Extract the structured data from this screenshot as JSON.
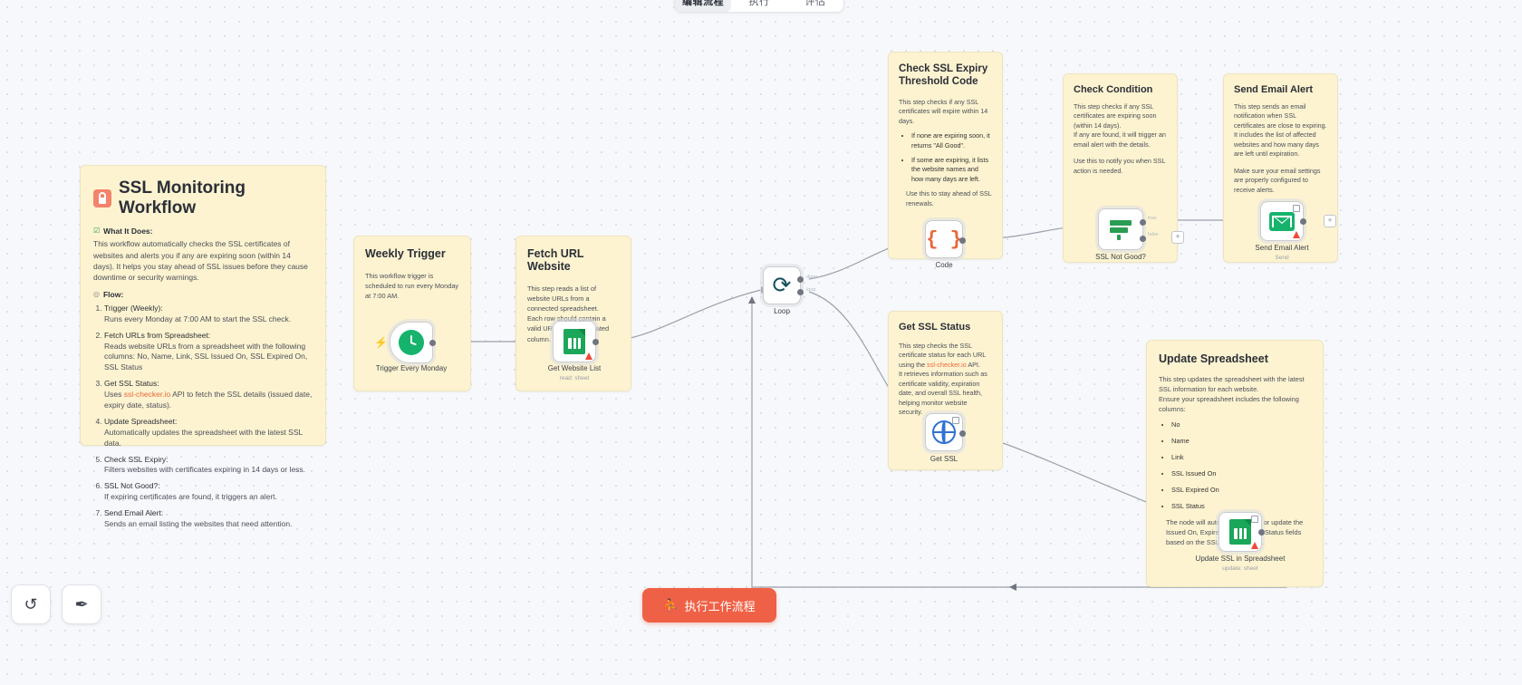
{
  "topbar": {
    "tabs": [
      {
        "label": "编辑流程",
        "active": true
      },
      {
        "label": "执行",
        "active": false
      },
      {
        "label": "评估",
        "active": false
      }
    ]
  },
  "notes": {
    "intro": {
      "title": "SSL Monitoring Workflow",
      "icon": "lock-icon",
      "what_it_does_label": "What It Does:",
      "what_it_does_body": "This workflow automatically checks the SSL certificates of websites and alerts you if any are expiring soon (within 14 days). It helps you stay ahead of SSL issues before they cause downtime or security warnings.",
      "flow_label": "Flow:",
      "steps": [
        {
          "title": "Trigger (Weekly):",
          "body": "Runs every Monday at 7:00 AM to start the SSL check."
        },
        {
          "title": "Fetch URLs from Spreadsheet:",
          "body": "Reads website URLs from a spreadsheet with the following columns: No, Name, Link, SSL Issued On, SSL Expired On, SSL Status"
        },
        {
          "title": "Get SSL Status:",
          "body_pre": "Uses ",
          "link": "ssl-checker.io",
          "body_post": " API to fetch the SSL details (issued date, expiry date, status)."
        },
        {
          "title": "Update Spreadsheet:",
          "body": "Automatically updates the spreadsheet with the latest SSL data."
        },
        {
          "title": "Check SSL Expiry:",
          "body": "Filters websites with certificates expiring in 14 days or less."
        },
        {
          "title": "SSL Not Good?:",
          "body": "If expiring certificates are found, it triggers an alert."
        },
        {
          "title": "Send Email Alert:",
          "body": "Sends an email listing the websites that need attention."
        }
      ]
    },
    "weekly": {
      "title": "Weekly Trigger",
      "body": "This workflow trigger is scheduled to run every Monday at 7:00 AM."
    },
    "fetch": {
      "title": "Fetch URL Website",
      "body": "This step reads a list of website URLs from a connected spreadsheet.\nEach row should contain a valid URL in the designated column."
    },
    "code": {
      "title": "Check SSL Expiry Threshold Code",
      "body": "This step checks if any SSL certificates will expire within 14 days.",
      "bullets": [
        "If none are expiring soon, it returns \"All Good\".",
        "If some are expiring, it lists the website names and how many days are left."
      ],
      "footer": "Use this to stay ahead of SSL renewals."
    },
    "condition": {
      "title": "Check Condition",
      "body": "This step checks if any SSL certificates are expiring soon (within 14 days).\nIf any are found, it will trigger an email alert with the details.",
      "footer": "Use this to notify you when SSL action is needed."
    },
    "email": {
      "title": "Send Email Alert",
      "body": "This step sends an email notification when SSL certificates are close to expiring.\nIt includes the list of affected websites and how many days are left until expiration.",
      "footer": "Make sure your email settings are properly configured to receive alerts."
    },
    "getssl": {
      "title": "Get SSL Status",
      "body_pre": "This step checks the SSL certificate status for each URL using the ",
      "link": "ssl-checker.io",
      "body_post": " API.\nIt retrieves information such as certificate validity, expiration date, and overall SSL health, helping monitor website security."
    },
    "update": {
      "title": "Update Spreadsheet",
      "body": "This step updates the spreadsheet with the latest SSL information for each website.\nEnsure your spreadsheet includes the following columns:",
      "columns": [
        "No",
        "Name",
        "Link",
        "SSL Issued On",
        "SSL Expired On",
        "SSL Status"
      ],
      "footer": "The node will automatically fill in or update the Issued On, Expired On, and SSL Status fields based on the SSL data retrieved."
    }
  },
  "nodes": {
    "trigger": {
      "label": "Trigger Every Monday",
      "icon": "clock-icon"
    },
    "sheet_read": {
      "label": "Get Website List",
      "sub": "read: sheet",
      "icon": "google-sheets-icon"
    },
    "loop": {
      "label": "Loop",
      "icon": "loop-icon",
      "out_done": "done",
      "out_loop": "loop"
    },
    "code": {
      "label": "Code",
      "icon": "code-braces-icon"
    },
    "http": {
      "label": "Get SSL",
      "icon": "globe-icon"
    },
    "if": {
      "label": "SSL Not Good?",
      "icon": "filter-icon",
      "out_true": "true",
      "out_false": "false"
    },
    "email": {
      "label": "Send Email Alert",
      "sub": "Send",
      "icon": "envelope-icon"
    },
    "sheet_update": {
      "label": "Update SSL in Spreadsheet",
      "sub": "update: sheet",
      "icon": "google-sheets-icon"
    }
  },
  "controls": {
    "run_button": "执行工作流程",
    "run_icon": "play-person-icon",
    "undo_icon": "undo-arrow-icon",
    "pick_icon": "pointer-wand-icon",
    "add_icon": "+"
  },
  "colors": {
    "sticky": "#fdf3d0",
    "accent_run": "#ef6146",
    "link": "#e8673a",
    "canvas": "#f7f8fb"
  }
}
